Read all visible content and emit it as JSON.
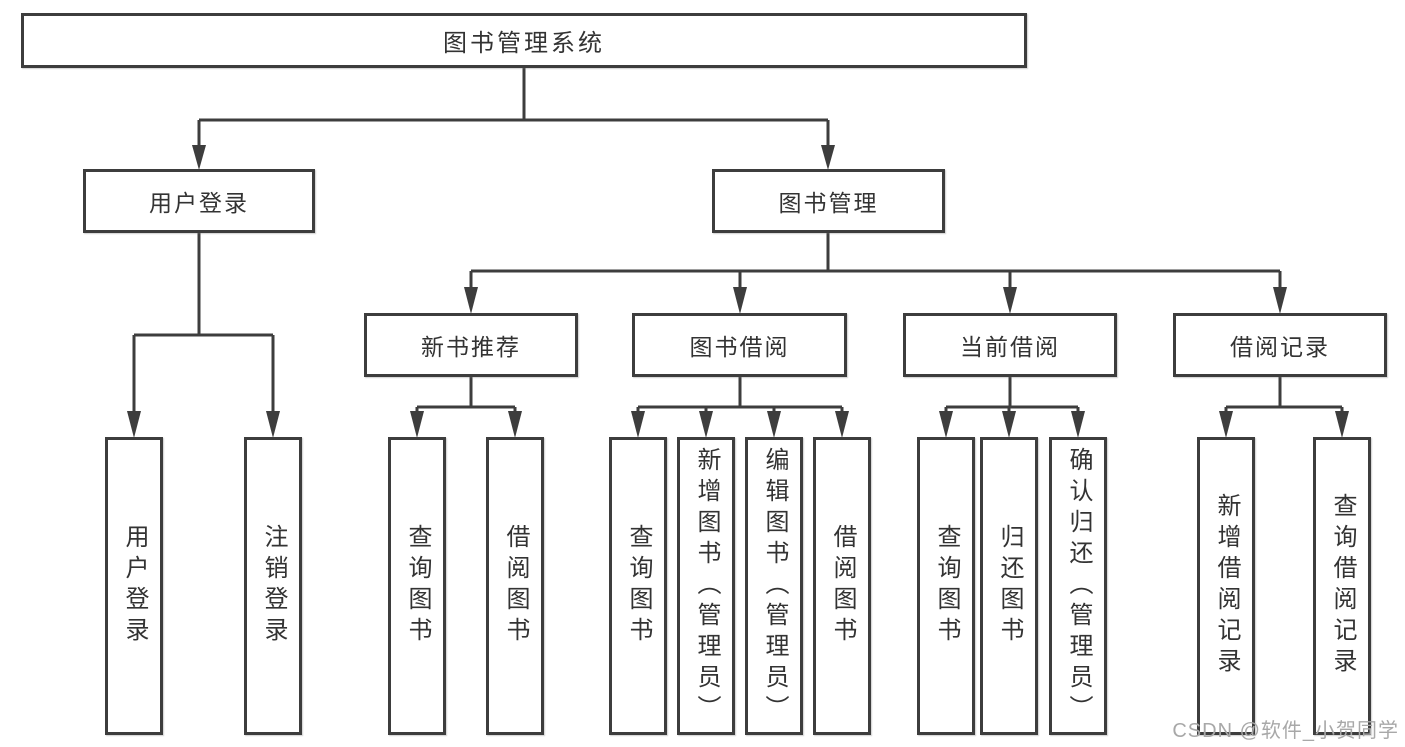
{
  "diagram": {
    "root": {
      "label": "图书管理系统"
    },
    "branches": [
      {
        "label": "用户登录",
        "children": [
          {
            "label": "用户登录"
          },
          {
            "label": "注销登录"
          }
        ]
      },
      {
        "label": "图书管理",
        "children": [
          {
            "label": "新书推荐",
            "children": [
              {
                "label": "查询图书"
              },
              {
                "label": "借阅图书"
              }
            ]
          },
          {
            "label": "图书借阅",
            "children": [
              {
                "label": "查询图书"
              },
              {
                "label": "新增图书（管理员）"
              },
              {
                "label": "编辑图书（管理员）"
              },
              {
                "label": "借阅图书"
              }
            ]
          },
          {
            "label": "当前借阅",
            "children": [
              {
                "label": "查询图书"
              },
              {
                "label": "归还图书"
              },
              {
                "label": "确认归还（管理员）"
              }
            ]
          },
          {
            "label": "借阅记录",
            "children": [
              {
                "label": "新增借阅记录"
              },
              {
                "label": "查询借阅记录"
              }
            ]
          }
        ]
      }
    ]
  },
  "watermark": {
    "text": "CSDN @软件_小贺同学"
  },
  "colors": {
    "line": "#3d3d3d",
    "box_border": "#3d3d3d",
    "text": "#333333",
    "watermark": "#a8a8a8",
    "background": "#ffffff"
  }
}
